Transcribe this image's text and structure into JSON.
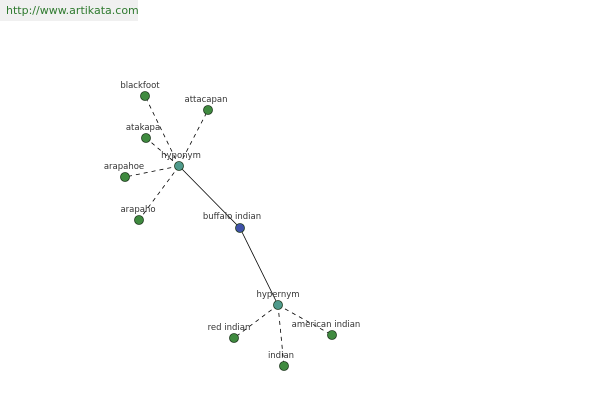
{
  "source_url": "http://www.artikata.com",
  "colors": {
    "center_node": "#3f51a8",
    "relation_node": "#4f9a8c",
    "leaf_node": "#3f8a3f",
    "edge": "#000000"
  },
  "graph": {
    "center": "buffalo indian",
    "relations": [
      {
        "label": "hyponym",
        "terms": [
          "blackfoot",
          "attacapan",
          "atakapa",
          "arapahoe",
          "arapaho"
        ]
      },
      {
        "label": "hypernym",
        "terms": [
          "red indian",
          "american indian",
          "indian"
        ]
      }
    ]
  }
}
